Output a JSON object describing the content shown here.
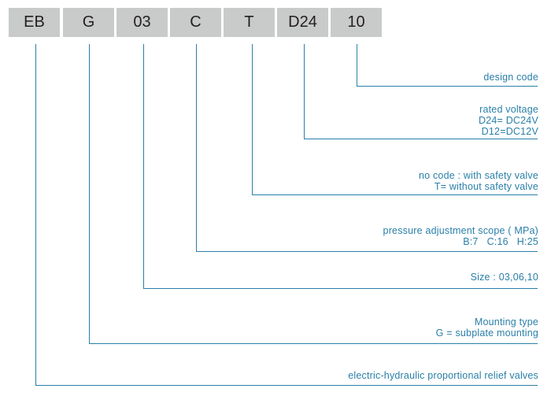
{
  "code_segments": [
    "EB",
    "G",
    "03",
    "C",
    "T",
    "D24",
    "10"
  ],
  "descriptions": [
    {
      "segment": "10",
      "lines": [
        "design code"
      ]
    },
    {
      "segment": "D24",
      "lines": [
        "rated voltage",
        "D24= DC24V",
        "D12=DC12V"
      ]
    },
    {
      "segment": "T",
      "lines": [
        "no code : with safety valve",
        "T= without safety valve"
      ]
    },
    {
      "segment": "C",
      "lines": [
        "pressure adjustment scope ( MPa)",
        "B:7   C:16   H:25"
      ]
    },
    {
      "segment": "03",
      "lines": [
        "Size : 03,06,10"
      ]
    },
    {
      "segment": "G",
      "lines": [
        "Mounting type",
        "G = subplate mounting"
      ]
    },
    {
      "segment": "EB",
      "lines": [
        "electric-hydraulic proportional relief valves"
      ]
    }
  ],
  "colors": {
    "box_fill": "#c9caca",
    "box_text": "#231f20",
    "line": "#2a7fa8",
    "desc_text": "#2a7fa8"
  }
}
